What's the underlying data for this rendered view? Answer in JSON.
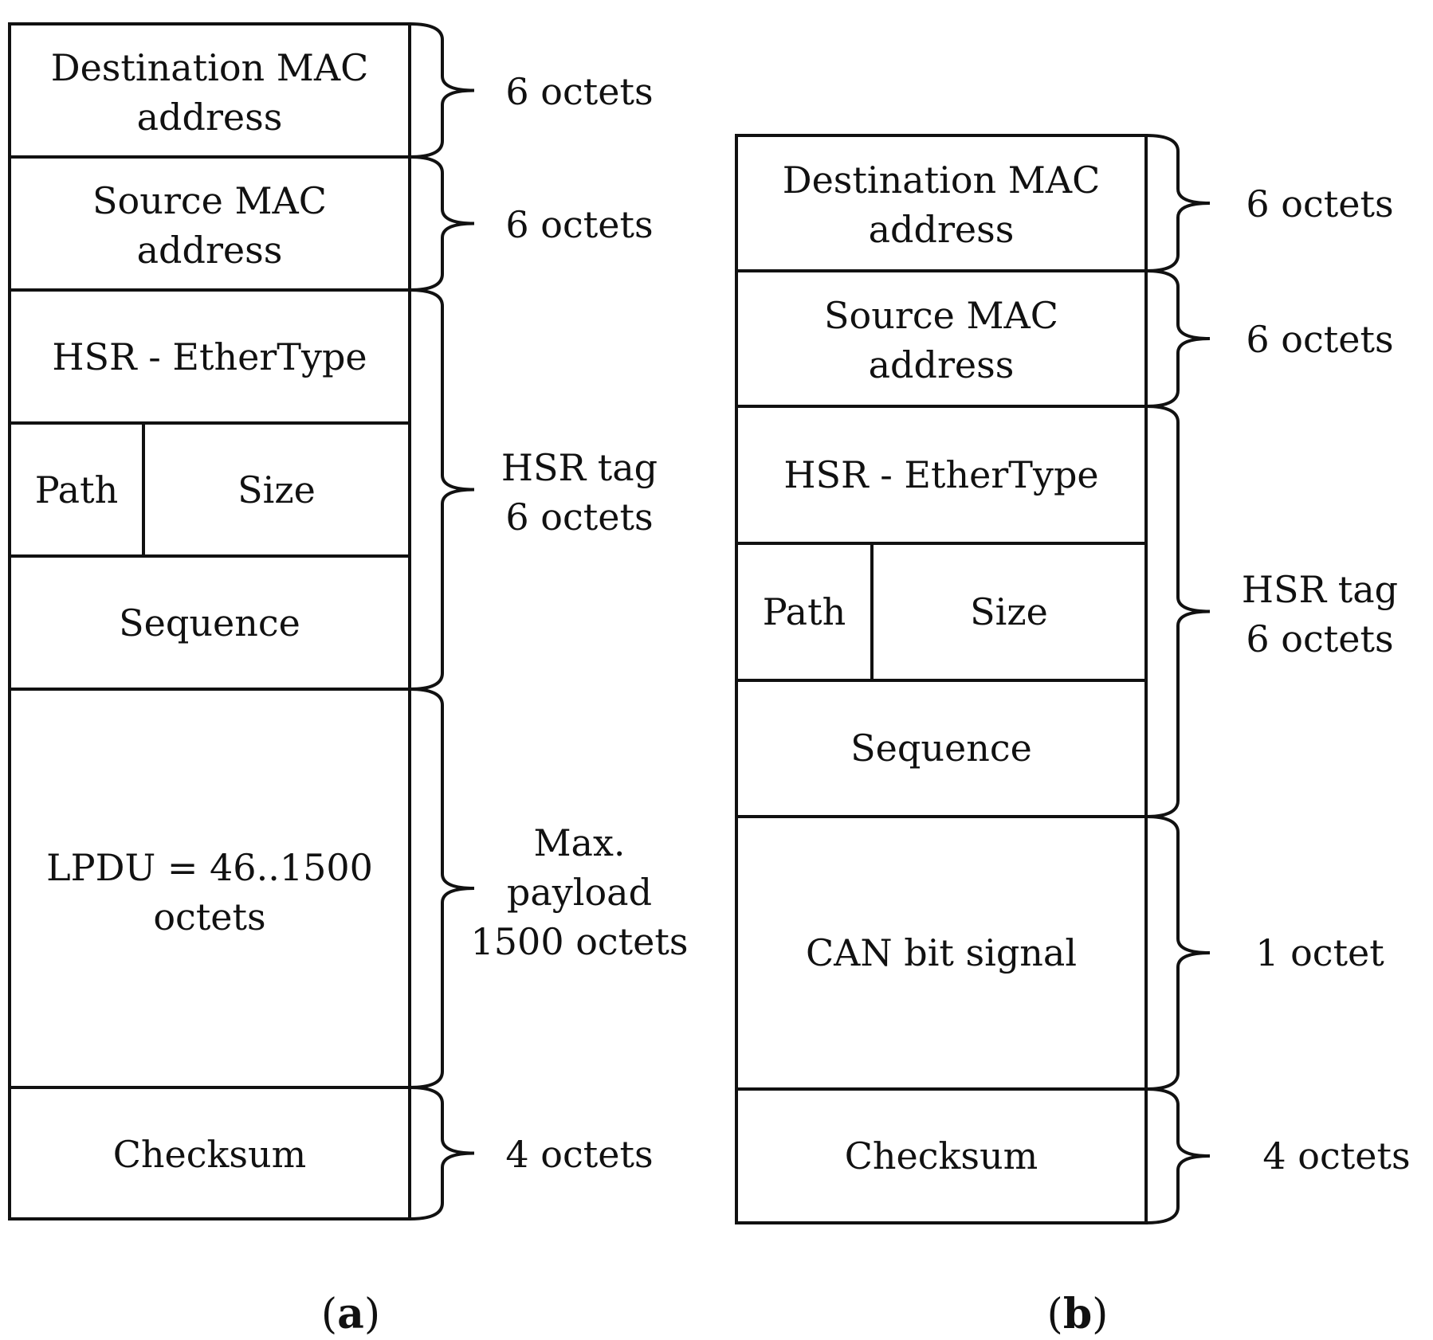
{
  "diagram_a": {
    "fields": {
      "dest_mac": [
        "Destination MAC",
        "address"
      ],
      "src_mac": [
        "Source MAC",
        "address"
      ],
      "ethertype": "HSR - EtherType",
      "path": "Path",
      "size": "Size",
      "sequence": "Sequence",
      "lpdu": [
        "LPDU = 46..1500",
        "octets"
      ],
      "checksum": "Checksum"
    },
    "annotations": {
      "dest_mac": "6 octets",
      "src_mac": "6 octets",
      "hsr_tag": [
        "HSR tag",
        "6 octets"
      ],
      "payload": [
        "Max.",
        "payload",
        "1500 octets"
      ],
      "checksum": "4 octets"
    },
    "caption": {
      "open": "(",
      "letter": "a",
      "close": ")"
    }
  },
  "diagram_b": {
    "fields": {
      "dest_mac": [
        "Destination MAC",
        "address"
      ],
      "src_mac": [
        "Source MAC",
        "address"
      ],
      "ethertype": "HSR - EtherType",
      "path": "Path",
      "size": "Size",
      "sequence": "Sequence",
      "can_bit": "CAN bit signal",
      "checksum": "Checksum"
    },
    "annotations": {
      "dest_mac": "6 octets",
      "src_mac": "6 octets",
      "hsr_tag": [
        "HSR tag",
        "6 octets"
      ],
      "can_bit": "1 octet",
      "checksum": "4 octets"
    },
    "caption": {
      "open": "(",
      "letter": "b",
      "close": ")"
    }
  }
}
